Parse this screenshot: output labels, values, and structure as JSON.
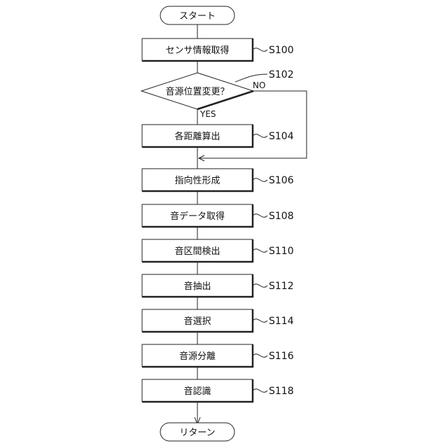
{
  "start": {
    "label": "スタート"
  },
  "end": {
    "label": "リターン"
  },
  "steps": {
    "s100": {
      "label": "センサ情報取得",
      "id": "S100"
    },
    "s102": {
      "label": "音源位置変更？",
      "id": "S102",
      "yes": "YES",
      "no": "NO"
    },
    "s104": {
      "label": "各距離算出",
      "id": "S104"
    },
    "s106": {
      "label": "指向性形成",
      "id": "S106"
    },
    "s108": {
      "label": "音データ取得",
      "id": "S108"
    },
    "s110": {
      "label": "音区間検出",
      "id": "S110"
    },
    "s112": {
      "label": "音抽出",
      "id": "S112"
    },
    "s114": {
      "label": "音選択",
      "id": "S114"
    },
    "s116": {
      "label": "音源分離",
      "id": "S116"
    },
    "s118": {
      "label": "音認識",
      "id": "S118"
    }
  }
}
